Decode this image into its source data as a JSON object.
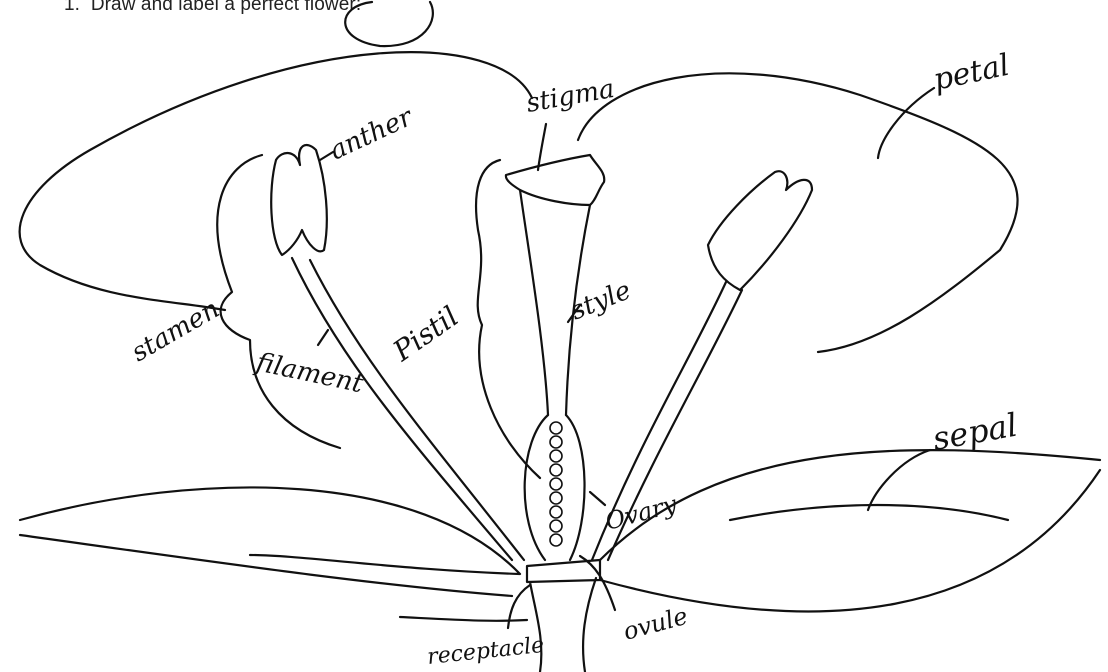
{
  "question": {
    "number": "1.",
    "text": "Draw and label a perfect flower:"
  },
  "labels": {
    "stigma": "stigma",
    "petal": "petal",
    "anther": "anther",
    "stamen": "stamen",
    "filament": "filament",
    "pistil": "Pistil",
    "style": "style",
    "sepal": "sepal",
    "ovary": "Ovary",
    "ovule": "ovule",
    "receptacle": "receptacle"
  },
  "colors": {
    "ink": "#111111",
    "print": "#222222",
    "background": "#ffffff"
  }
}
